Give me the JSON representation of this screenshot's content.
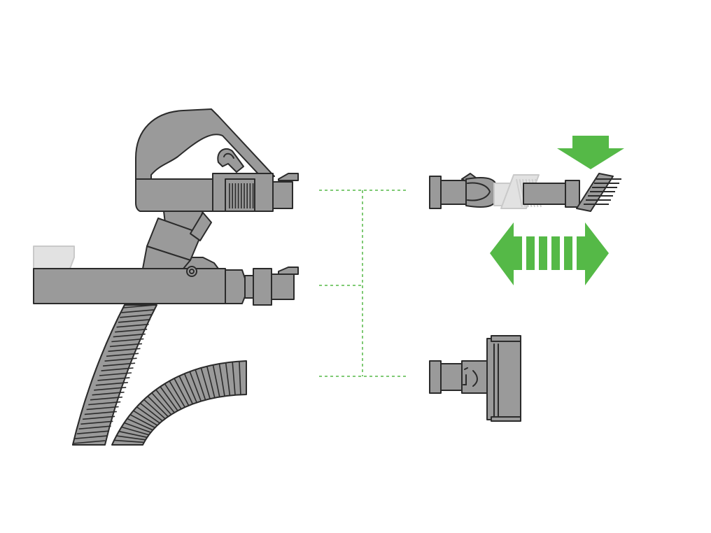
{
  "colors": {
    "accent": "#55b947",
    "part_fill": "#9a9a9a",
    "outline": "#2b2b2b",
    "background": "#ffffff"
  },
  "components": {
    "left": [
      "handle-with-trigger",
      "extension-wand",
      "flexible-hose"
    ],
    "right": [
      "combination-tool",
      "mini-turbine-tool"
    ],
    "indicators": [
      "green-down-arrow",
      "green-double-arrow"
    ]
  }
}
